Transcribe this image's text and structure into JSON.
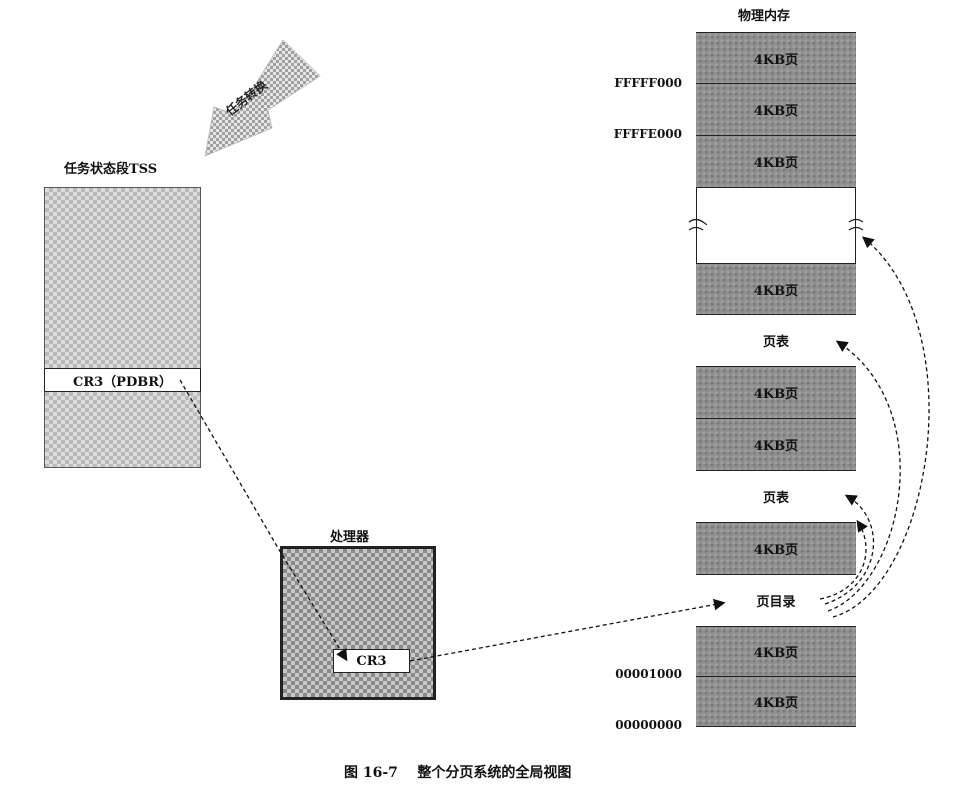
{
  "tss": {
    "title": "任务状态段TSS",
    "cr3_label": "CR3（PDBR）"
  },
  "task_switch": {
    "label": "任务转换"
  },
  "processor": {
    "title": "处理器",
    "cr3_label": "CR3"
  },
  "memory": {
    "title": "物理内存",
    "top_segments": [
      "4KB页",
      "4KB页",
      "4KB页"
    ],
    "lower_segments": [
      {
        "label": "4KB页",
        "kind": "page"
      },
      {
        "label": "页表",
        "kind": "table"
      },
      {
        "label": "4KB页",
        "kind": "page"
      },
      {
        "label": "4KB页",
        "kind": "page"
      },
      {
        "label": "页表",
        "kind": "table"
      },
      {
        "label": "4KB页",
        "kind": "page"
      },
      {
        "label": "页目录",
        "kind": "table"
      },
      {
        "label": "4KB页",
        "kind": "page"
      },
      {
        "label": "4KB页",
        "kind": "page"
      }
    ],
    "addresses": [
      "FFFFF000",
      "FFFFE000",
      "00001000",
      "00000000"
    ]
  },
  "caption": "图 16-7    整个分页系统的全局视图"
}
